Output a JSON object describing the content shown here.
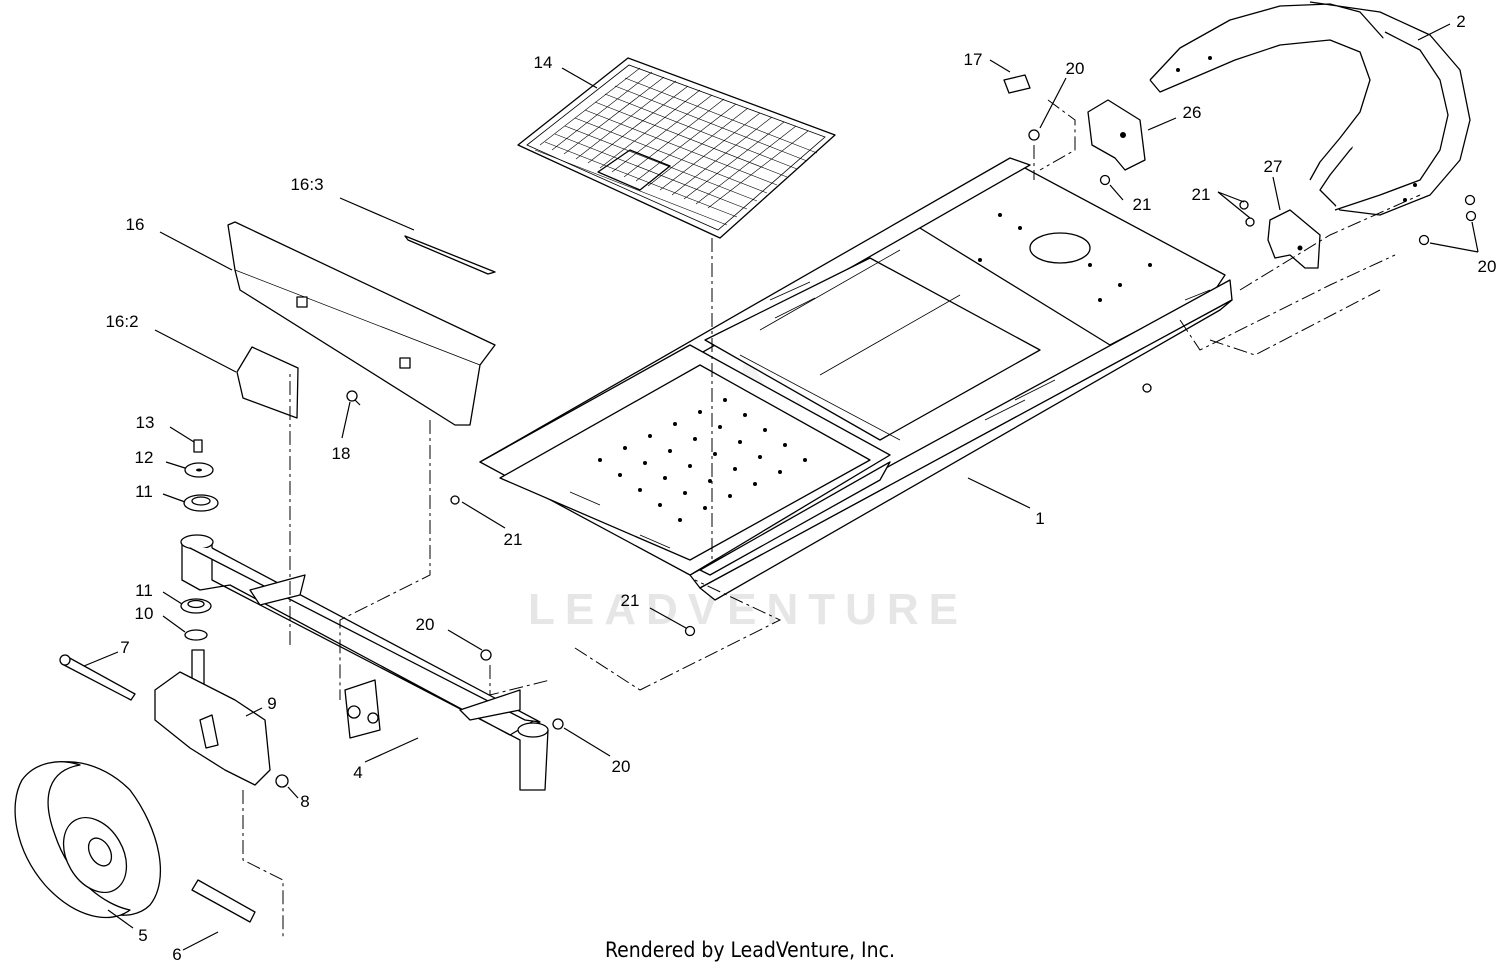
{
  "diagram": {
    "watermark": "LEADVENTURE",
    "footer": "Rendered by LeadVenture, Inc.",
    "callouts": [
      "14",
      "17",
      "20",
      "2",
      "26",
      "21",
      "27",
      "21",
      "20",
      "16:3",
      "16",
      "16:2",
      "18",
      "13",
      "12",
      "11",
      "21",
      "1",
      "11",
      "10",
      "21",
      "20",
      "7",
      "9",
      "4",
      "20",
      "8",
      "5",
      "6"
    ]
  }
}
